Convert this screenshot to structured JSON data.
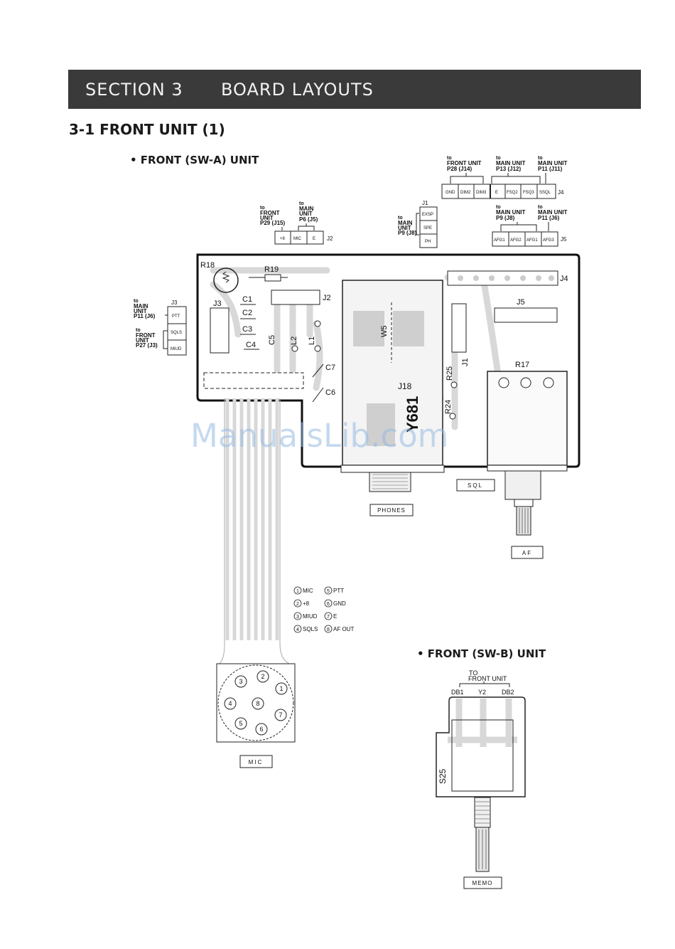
{
  "section": {
    "number": "SECTION 3",
    "title": "BOARD LAYOUTS"
  },
  "subheading": "3-1  FRONT UNIT (1)",
  "unit_a_title": "• FRONT (SW-A) UNIT",
  "unit_b_title": "• FRONT (SW-B) UNIT",
  "connectors": {
    "j4_group1_title": [
      "to",
      "FRONT UNIT",
      "P28 (J14)"
    ],
    "j4_group2_title": [
      "to",
      "MAIN UNIT",
      "P13 (J12)"
    ],
    "j4_group3_title": [
      "to",
      "MAIN UNIT",
      "P11 (J11)"
    ],
    "j4_pins": [
      "GND",
      "DIM2",
      "DIM3",
      "E",
      "FSQ2",
      "FSQ3",
      "SSQL"
    ],
    "j4_name": "J4",
    "j1_name": "J1",
    "j1_title": [
      "to",
      "MAIN",
      "UNIT",
      "P9 (J8)"
    ],
    "j1_pins": [
      "EXSP",
      "SPE",
      "PH"
    ],
    "j5_group1_title": [
      "to",
      "MAIN UNIT",
      "P9 (J8)"
    ],
    "j5_group2_title": [
      "to",
      "MAIN UNIT",
      "P11 (J6)"
    ],
    "j5_pins": [
      "AFG1",
      "AFG2",
      "AFG1",
      "AFG3"
    ],
    "j5_name": "J5",
    "j2_group1_title": [
      "to",
      "FRONT",
      "UNIT",
      "P29 (J15)"
    ],
    "j2_group2_title": [
      "to",
      "MAIN",
      "UNIT",
      "P6 (J5)"
    ],
    "j2_pins": [
      "+8",
      "MIC",
      "E"
    ],
    "j2_name": "J2",
    "j3_name": "J3",
    "j3_group1_title": [
      "to",
      "MAIN",
      "UNIT",
      "P11 (J6)"
    ],
    "j3_group2_title": [
      "to",
      "FRONT",
      "UNIT",
      "P27 (J3)"
    ],
    "j3_pins": [
      "PTT",
      "SQLS",
      "MIUD"
    ]
  },
  "board_labels": [
    "R18",
    "R19",
    "C1",
    "C2",
    "C3",
    "C4",
    "C5",
    "L2",
    "L1",
    "C7",
    "C6",
    "J3",
    "J2",
    "W5",
    "J18",
    "R25",
    "J1",
    "R24",
    "J4",
    "J5",
    "R17"
  ],
  "board_marking": "Y681",
  "controls": {
    "sql": "SQL",
    "phones": "PHONES",
    "af": "AF",
    "mic": "MIC",
    "memo": "MEMO"
  },
  "mic_legend": [
    [
      "1",
      "MIC"
    ],
    [
      "2",
      "+8"
    ],
    [
      "3",
      "MIUD"
    ],
    [
      "4",
      "SQLS"
    ],
    [
      "5",
      "PTT"
    ],
    [
      "6",
      "GND"
    ],
    [
      "7",
      "E"
    ],
    [
      "8",
      "AF OUT"
    ]
  ],
  "mic_pins": [
    "1",
    "2",
    "3",
    "4",
    "5",
    "6",
    "7",
    "8"
  ],
  "sw_b": {
    "to": "TO",
    "to_unit": "FRONT UNIT",
    "pins": [
      "DB1",
      "Y2",
      "DB2"
    ],
    "switch": "S25"
  },
  "watermark": "ManualsLib.com"
}
